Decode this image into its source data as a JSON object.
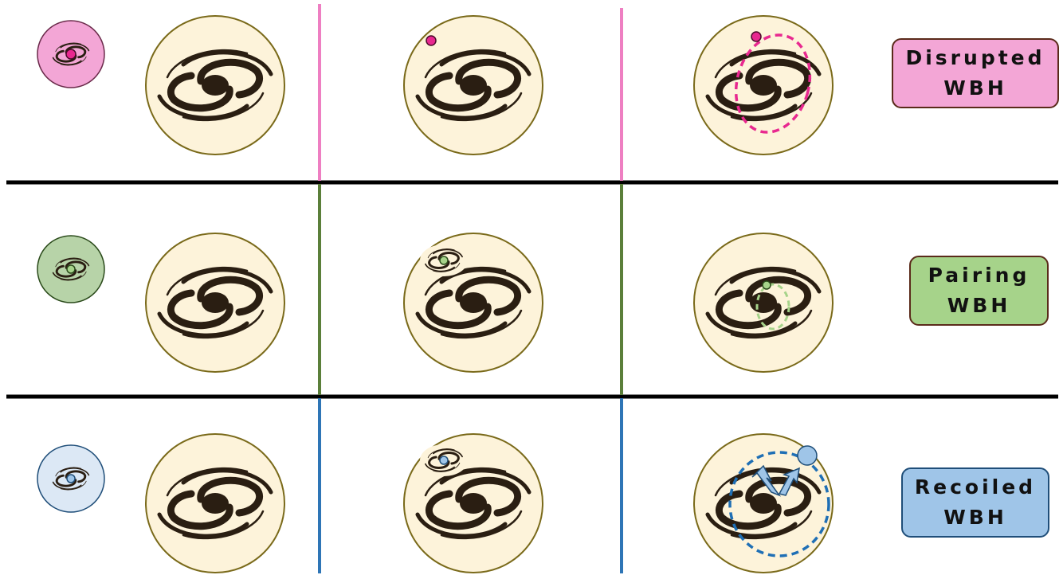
{
  "rows": [
    {
      "key": "disrupted",
      "label_line1": "Disrupted",
      "label_line2": "WBH",
      "color": "#e8288f",
      "divider_color": "#ee7fc2",
      "box_color": "#f3a6d6",
      "small_disk_color": "#f3a6d6"
    },
    {
      "key": "pairing",
      "label_line1": "Pairing",
      "label_line2": "WBH",
      "color": "#a6d38a",
      "divider_color": "#5b7f3a",
      "box_color": "#a6d38a",
      "small_disk_color": "#b7d3a8"
    },
    {
      "key": "recoiled",
      "label_line1": "Recoiled",
      "label_line2": "WBH",
      "color": "#9fc5e8",
      "divider_color": "#2e75b6",
      "box_color": "#9fc5e8",
      "small_disk_color": "#dce8f5"
    }
  ],
  "colors": {
    "galaxy_disk_fill": "#fdf3da",
    "galaxy_disk_stroke": "#7a6a1a",
    "spiral_color": "#2a1e12",
    "row_separator": "#000000",
    "dashed_disrupted": "#e8288f",
    "dashed_pairing": "#a6d38a",
    "dashed_recoiled": "#1f6fb5"
  }
}
